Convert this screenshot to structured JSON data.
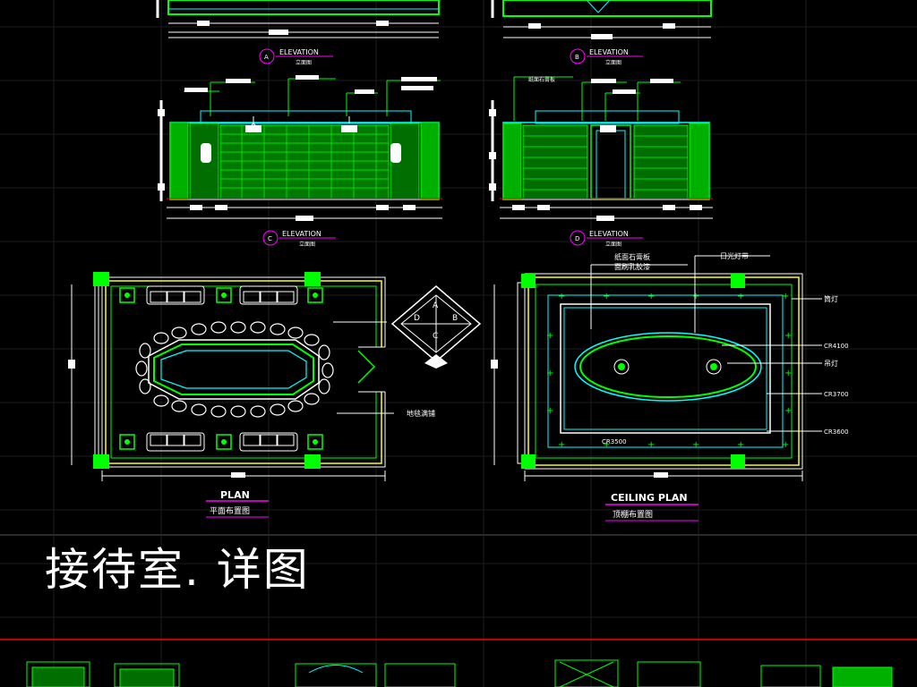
{
  "drawing": {
    "title": "接待室. 详图",
    "elevation_tag_en": "ELEVATION",
    "elevation_tag_cn": "立面图",
    "elevation_tags": [
      "ELEVATION",
      "ELEVATION",
      "ELEVATION",
      "ELEVATION"
    ],
    "plan_title_en": "PLAN",
    "plan_title_cn": "平面布置图",
    "ceiling_title_en": "CEILING PLAN",
    "ceiling_title_cn": "顶棚布置图",
    "compass": {
      "top": "A",
      "right": "B",
      "bottom": "C",
      "left": "D"
    },
    "plan_note": "地毯满铺",
    "ceiling_notes": {
      "board": "纸面石膏板",
      "paint": "面刷乳胶漆",
      "light_strip": "日光灯带",
      "downlight": "筒灯",
      "pendant": "吊灯",
      "cr4100": "CR4100",
      "cr3700": "CR3700",
      "cr3600": "CR3600",
      "cr3500": "CR3500"
    },
    "elevation_small_note": "纸面石膏板"
  },
  "colors": {
    "background": "#000000",
    "green": "#00ff00",
    "cyan": "#00ffff",
    "yellow": "#ffff00",
    "magenta": "#ff00ff",
    "white": "#ffffff",
    "red": "#ff0000",
    "grid": "#1e1e1e"
  }
}
